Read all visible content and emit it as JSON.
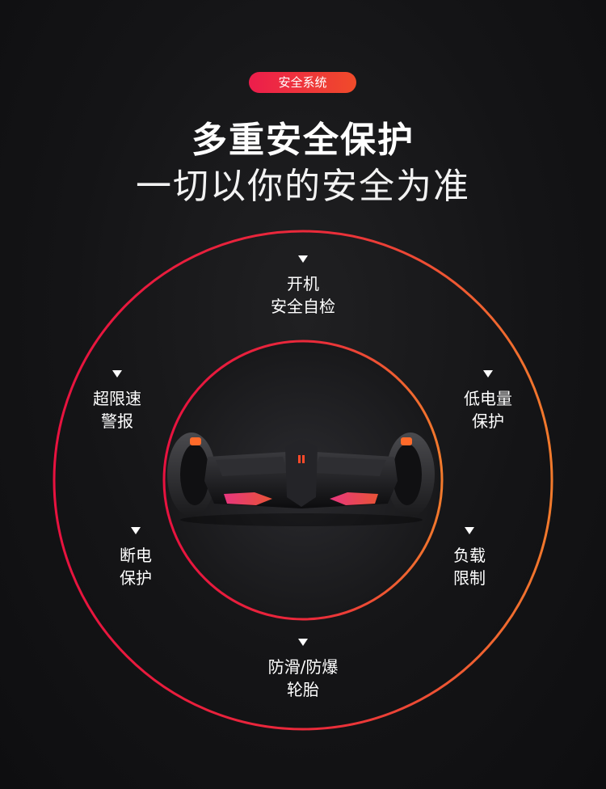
{
  "badge": "安全系统",
  "title": "多重安全保护",
  "subtitle": "一切以你的安全为准",
  "features": [
    {
      "line1": "开机",
      "line2": "安全自检"
    },
    {
      "line1": "超限速",
      "line2": "警报"
    },
    {
      "line1": "低电量",
      "line2": "保护"
    },
    {
      "line1": "断电",
      "line2": "保护"
    },
    {
      "line1": "负载",
      "line2": "限制"
    },
    {
      "line1": "防滑/防爆",
      "line2": "轮胎"
    }
  ],
  "colors": {
    "accent_red": "#ec1d4c",
    "accent_orange": "#f07030",
    "background": "#151517"
  }
}
